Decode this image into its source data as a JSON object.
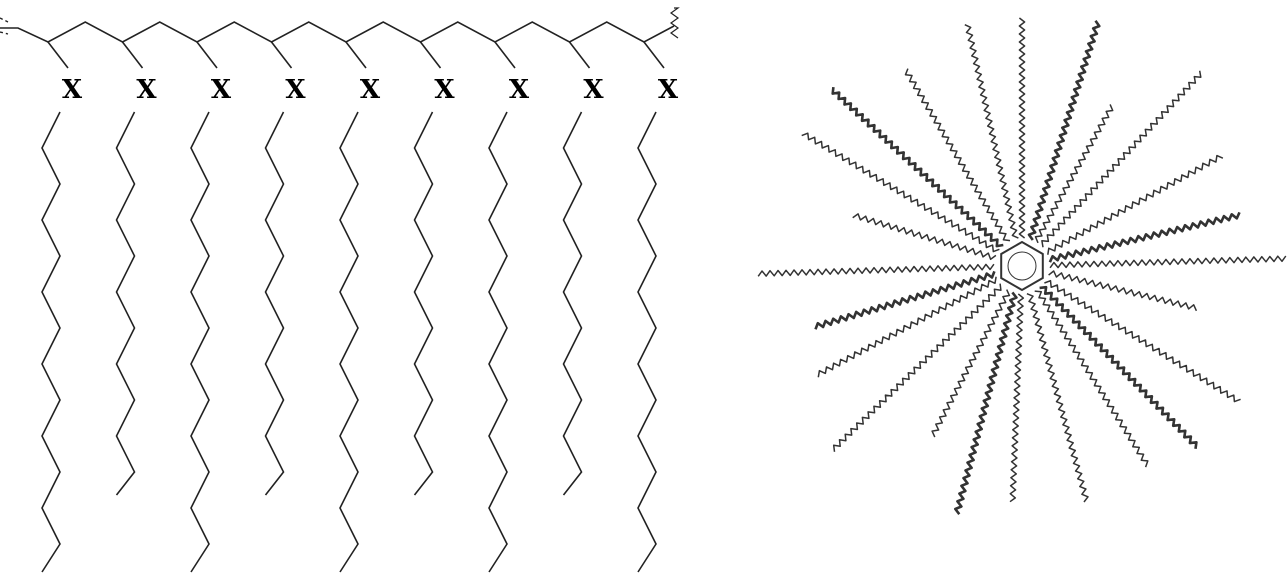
{
  "comb_polymer": {
    "side_chain_label": "X",
    "side_chain_count": 9,
    "backbone_color": "#222222",
    "chain_color": "#222222"
  },
  "star_polymer": {
    "core_shape": "hexagon",
    "arm_count": 24,
    "arm_color": "#333333"
  }
}
